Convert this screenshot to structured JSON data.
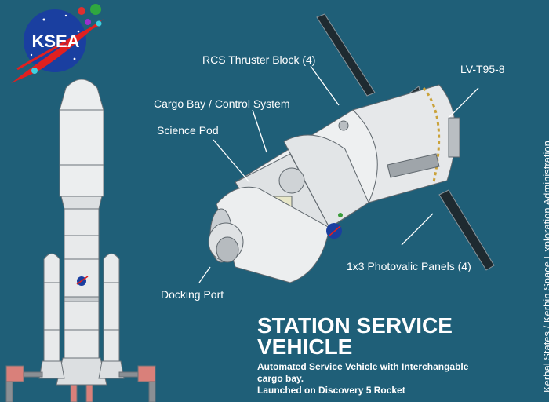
{
  "logo": {
    "text": "KSEA"
  },
  "callouts": {
    "rcs": "RCS Thruster Block (4)",
    "engine": "LV-T95-8",
    "cargo": "Cargo Bay / Control System",
    "science": "Science Pod",
    "docking": "Docking Port",
    "panels": "1x3 Photovalic Panels (4)"
  },
  "title": {
    "line1": "STATION SERVICE",
    "line2": "VEHICLE"
  },
  "description": {
    "line1": "Automated Service Vehicle with Interchangable",
    "line2": "cargo bay.",
    "line3": "Launched on Discovery 5 Rocket"
  },
  "sidebar_text": "Kerbal States  / Kerbin Space Exploration Administration",
  "colors": {
    "background": "#1f5f78",
    "hull": "#e9ebec",
    "panel": "#1e2a30",
    "logo_blue": "#1a3fa0",
    "swoosh": "#e02020"
  }
}
